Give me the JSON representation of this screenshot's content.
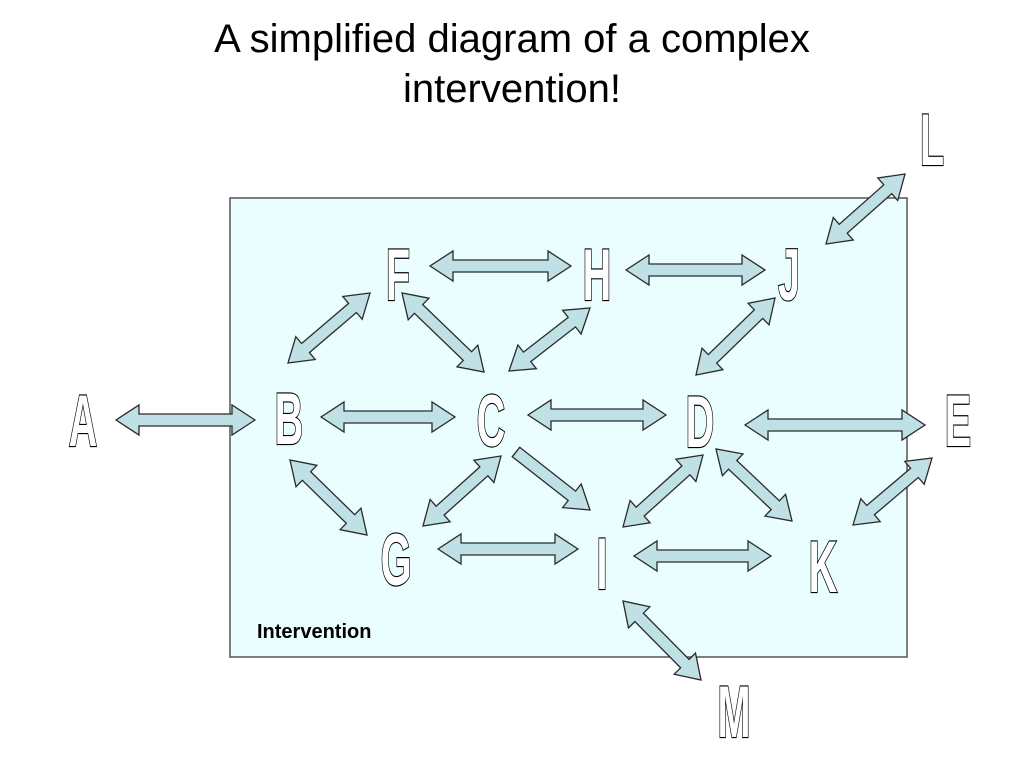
{
  "title": "A simplified diagram of a complex intervention!",
  "box": {
    "label": "Intervention",
    "fill": "#eafeff",
    "stroke": "#555555"
  },
  "arrow_fill": "#bfe0e4",
  "nodes": [
    "A",
    "B",
    "C",
    "D",
    "E",
    "F",
    "G",
    "H",
    "I",
    "J",
    "K",
    "L",
    "M"
  ],
  "connections": [
    {
      "from": "A",
      "to": "B",
      "bidirectional": true
    },
    {
      "from": "B",
      "to": "C",
      "bidirectional": true
    },
    {
      "from": "C",
      "to": "D",
      "bidirectional": true
    },
    {
      "from": "D",
      "to": "E",
      "bidirectional": true
    },
    {
      "from": "F",
      "to": "H",
      "bidirectional": true
    },
    {
      "from": "H",
      "to": "J",
      "bidirectional": true
    },
    {
      "from": "B",
      "to": "F",
      "bidirectional": true
    },
    {
      "from": "F",
      "to": "C",
      "bidirectional": true
    },
    {
      "from": "C",
      "to": "H",
      "bidirectional": true
    },
    {
      "from": "D",
      "to": "J",
      "bidirectional": true
    },
    {
      "from": "J",
      "to": "L",
      "bidirectional": true
    },
    {
      "from": "B",
      "to": "G",
      "bidirectional": true
    },
    {
      "from": "C",
      "to": "G",
      "bidirectional": true
    },
    {
      "from": "C",
      "to": "I",
      "bidirectional": false
    },
    {
      "from": "D",
      "to": "I",
      "bidirectional": true
    },
    {
      "from": "D",
      "to": "K",
      "bidirectional": true
    },
    {
      "from": "E",
      "to": "K",
      "bidirectional": true
    },
    {
      "from": "G",
      "to": "I",
      "bidirectional": true
    },
    {
      "from": "I",
      "to": "K",
      "bidirectional": true
    },
    {
      "from": "I",
      "to": "M",
      "bidirectional": true
    }
  ]
}
